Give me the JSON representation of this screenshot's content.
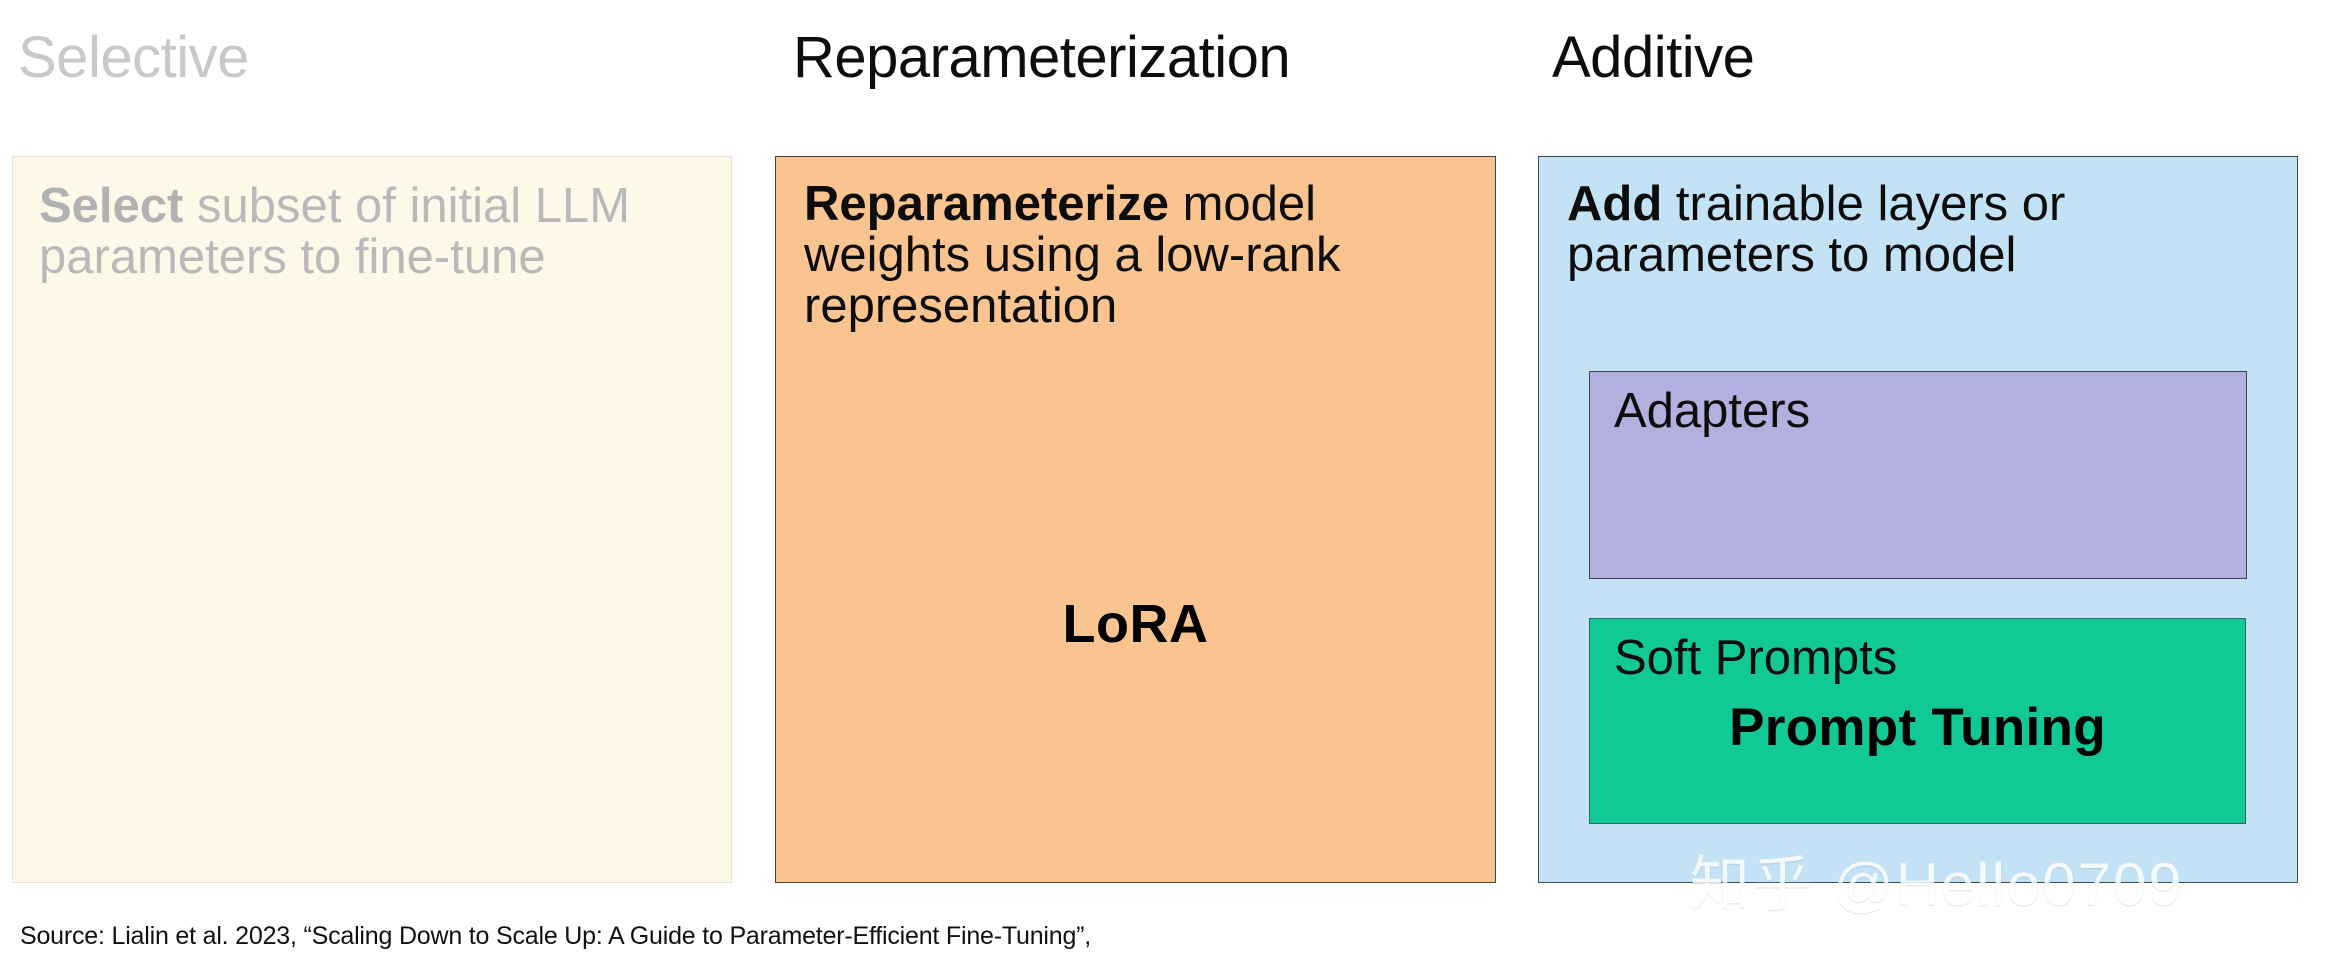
{
  "figure": {
    "source_note": "Source: Lialin et al. 2023, “Scaling Down to Scale Up: A Guide to Parameter-Efficient Fine-Tuning”,",
    "watermark": "知乎 @Hello0709"
  },
  "columns": {
    "selective": {
      "title": "Selective",
      "title_color": "#c9c9c9",
      "panel_color": "#fdf8e7",
      "text_color": "#b9b9b9",
      "lead": "Select",
      "body": " subset of initial LLM parameters to fine-tune",
      "state": "dimmed"
    },
    "reparameterization": {
      "title": "Reparameterization",
      "title_color": "#0d0d0d",
      "panel_color": "#f9c490",
      "text_color": "#0d0d0d",
      "lead": "Reparameterize",
      "body": " model weights using a low-rank representation",
      "method": "LoRA"
    },
    "additive": {
      "title": "Additive",
      "title_color": "#0d0d0d",
      "panel_color": "#c4e2f5",
      "text_color": "#0d0d0d",
      "lead": "Add",
      "body": " trainable layers or parameters to model",
      "sub_boxes": [
        {
          "label": "Adapters",
          "color": "#b3b0e0",
          "method": ""
        },
        {
          "label": "Soft Prompts",
          "color": "#10c994",
          "method": "Prompt Tuning"
        }
      ]
    }
  }
}
